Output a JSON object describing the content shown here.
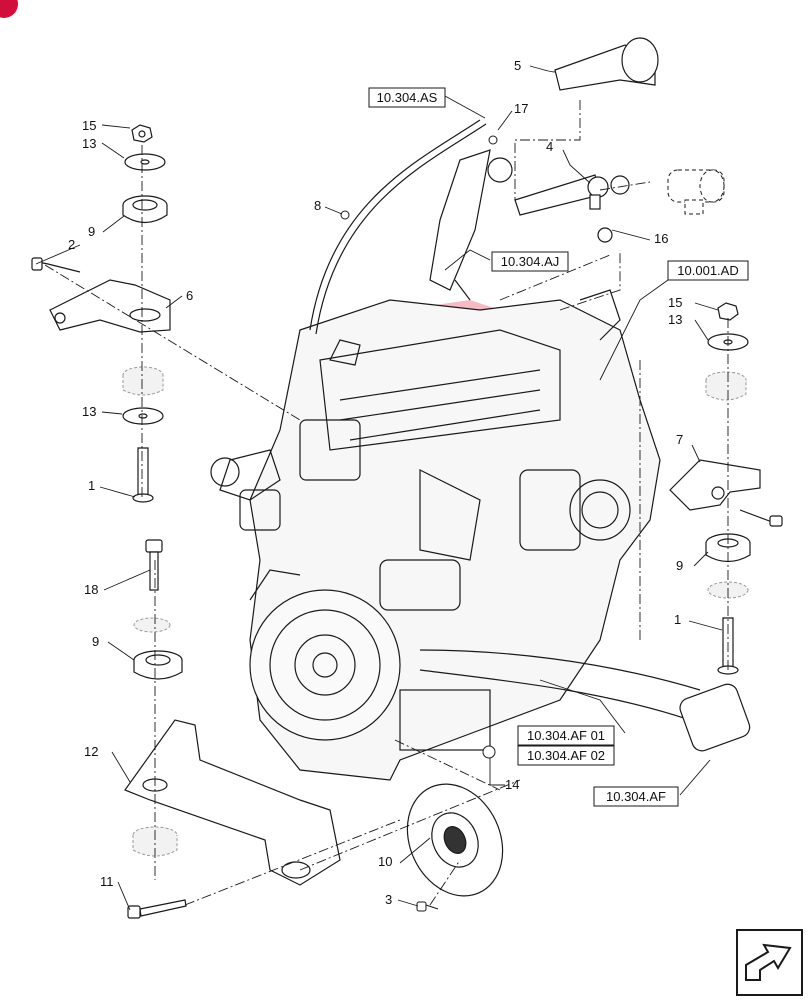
{
  "callouts": {
    "c1a": "1",
    "c1b": "1",
    "c2": "2",
    "c3": "3",
    "c4": "4",
    "c5": "5",
    "c6": "6",
    "c7": "7",
    "c8": "8",
    "c9a": "9",
    "c9b": "9",
    "c9c": "9",
    "c10": "10",
    "c11": "11",
    "c12": "12",
    "c13a": "13",
    "c13b": "13",
    "c13c": "13",
    "c14": "14",
    "c15a": "15",
    "c15b": "15",
    "c16": "16",
    "c17": "17",
    "c18": "18"
  },
  "refs": {
    "as": "10.304.AS",
    "aj": "10.304.AJ",
    "ad": "10.001.AD",
    "af01": "10.304.AF 01",
    "af02": "10.304.AF 02",
    "af": "10.304.AF"
  },
  "colors": {
    "line": "#1a1a1a",
    "watermark": "#e53950",
    "ghost": "#bdbdbd",
    "corner_badge": "#d0103a"
  },
  "icons": {
    "next_page": "arrow-next-icon",
    "badge": "corner-badge-icon"
  }
}
